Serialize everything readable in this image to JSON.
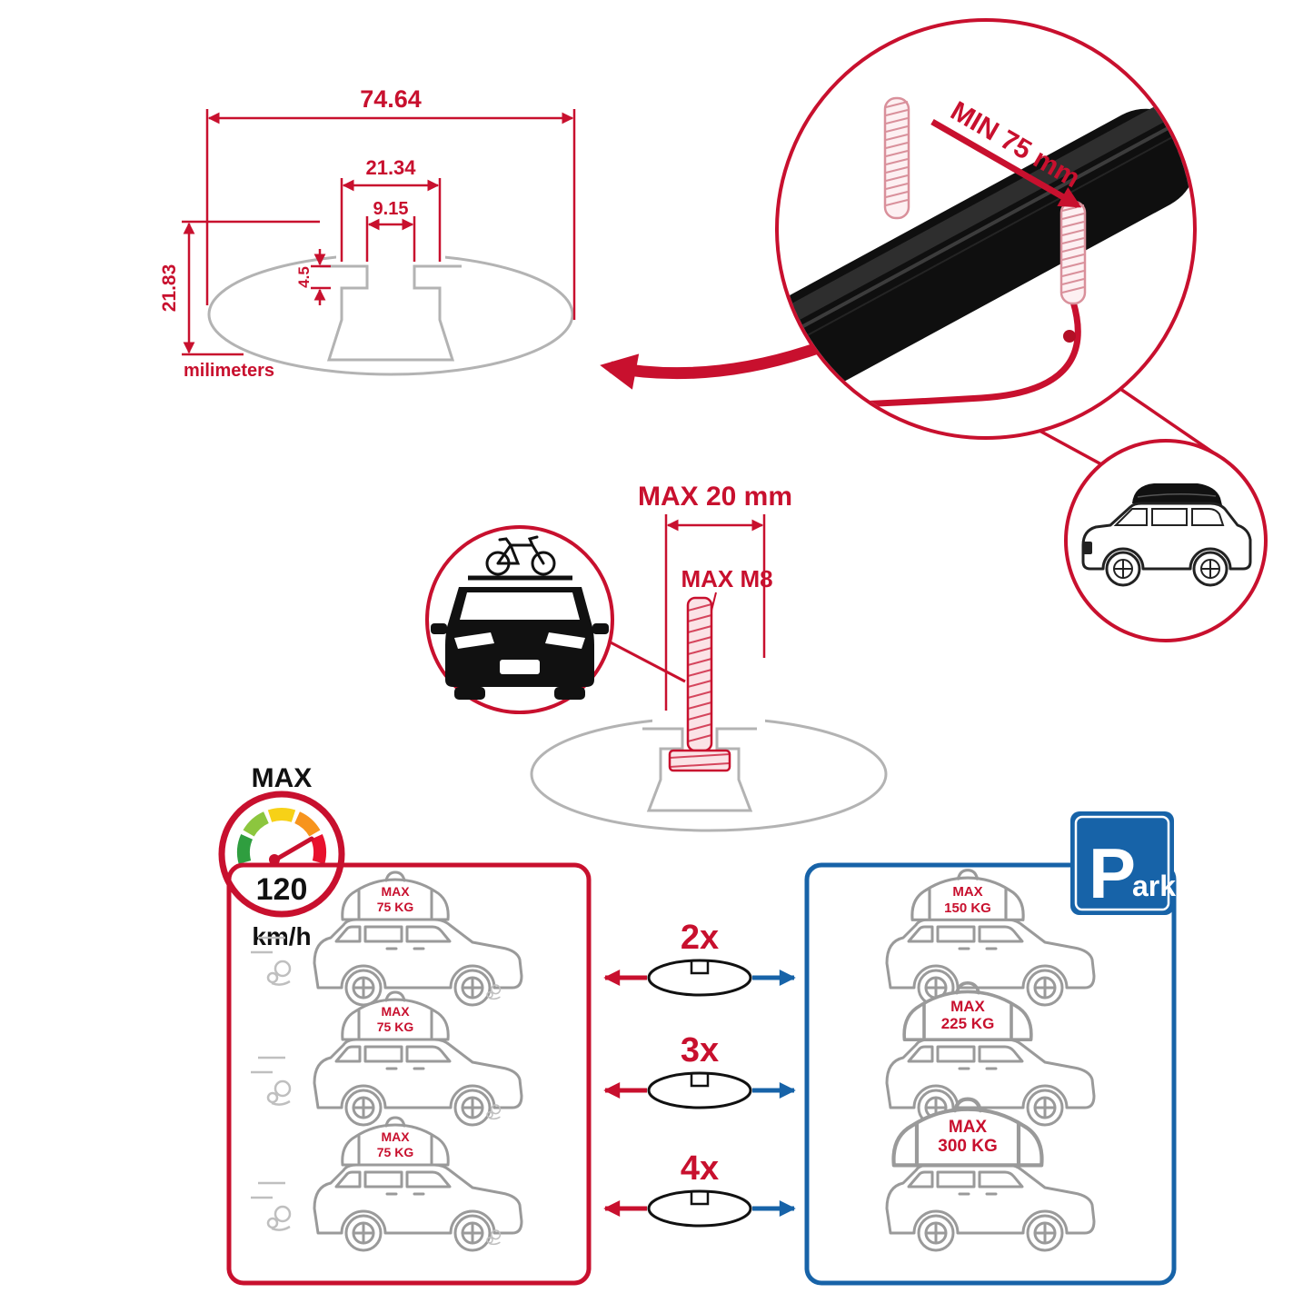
{
  "colors": {
    "red": "#C8102E",
    "blue": "#1763A8",
    "gray": "#B3B3B3",
    "black": "#111111"
  },
  "dimensions": {
    "total_width": "74.64",
    "channel_width": "21.34",
    "slot_width": "9.15",
    "lip_depth": "4.5",
    "profile_height": "21.83",
    "units_label": "milimeters"
  },
  "callouts": {
    "min_clamp": "MIN 75 mm",
    "bolt_max_length": "MAX 20 mm",
    "bolt_max_thread": "MAX M8"
  },
  "speed": {
    "label": "MAX",
    "value": "120",
    "unit": "km/h"
  },
  "park_sign": {
    "letter": "P",
    "suffix": "ark"
  },
  "comparison": {
    "rows": [
      {
        "count": "2x",
        "driving": {
          "l1": "MAX",
          "l2": "75 KG"
        },
        "parked": {
          "l1": "MAX",
          "l2": "150 KG"
        }
      },
      {
        "count": "3x",
        "driving": {
          "l1": "MAX",
          "l2": "75 KG"
        },
        "parked": {
          "l1": "MAX",
          "l2": "225 KG"
        }
      },
      {
        "count": "4x",
        "driving": {
          "l1": "MAX",
          "l2": "75 KG"
        },
        "parked": {
          "l1": "MAX",
          "l2": "300 KG"
        }
      }
    ]
  }
}
